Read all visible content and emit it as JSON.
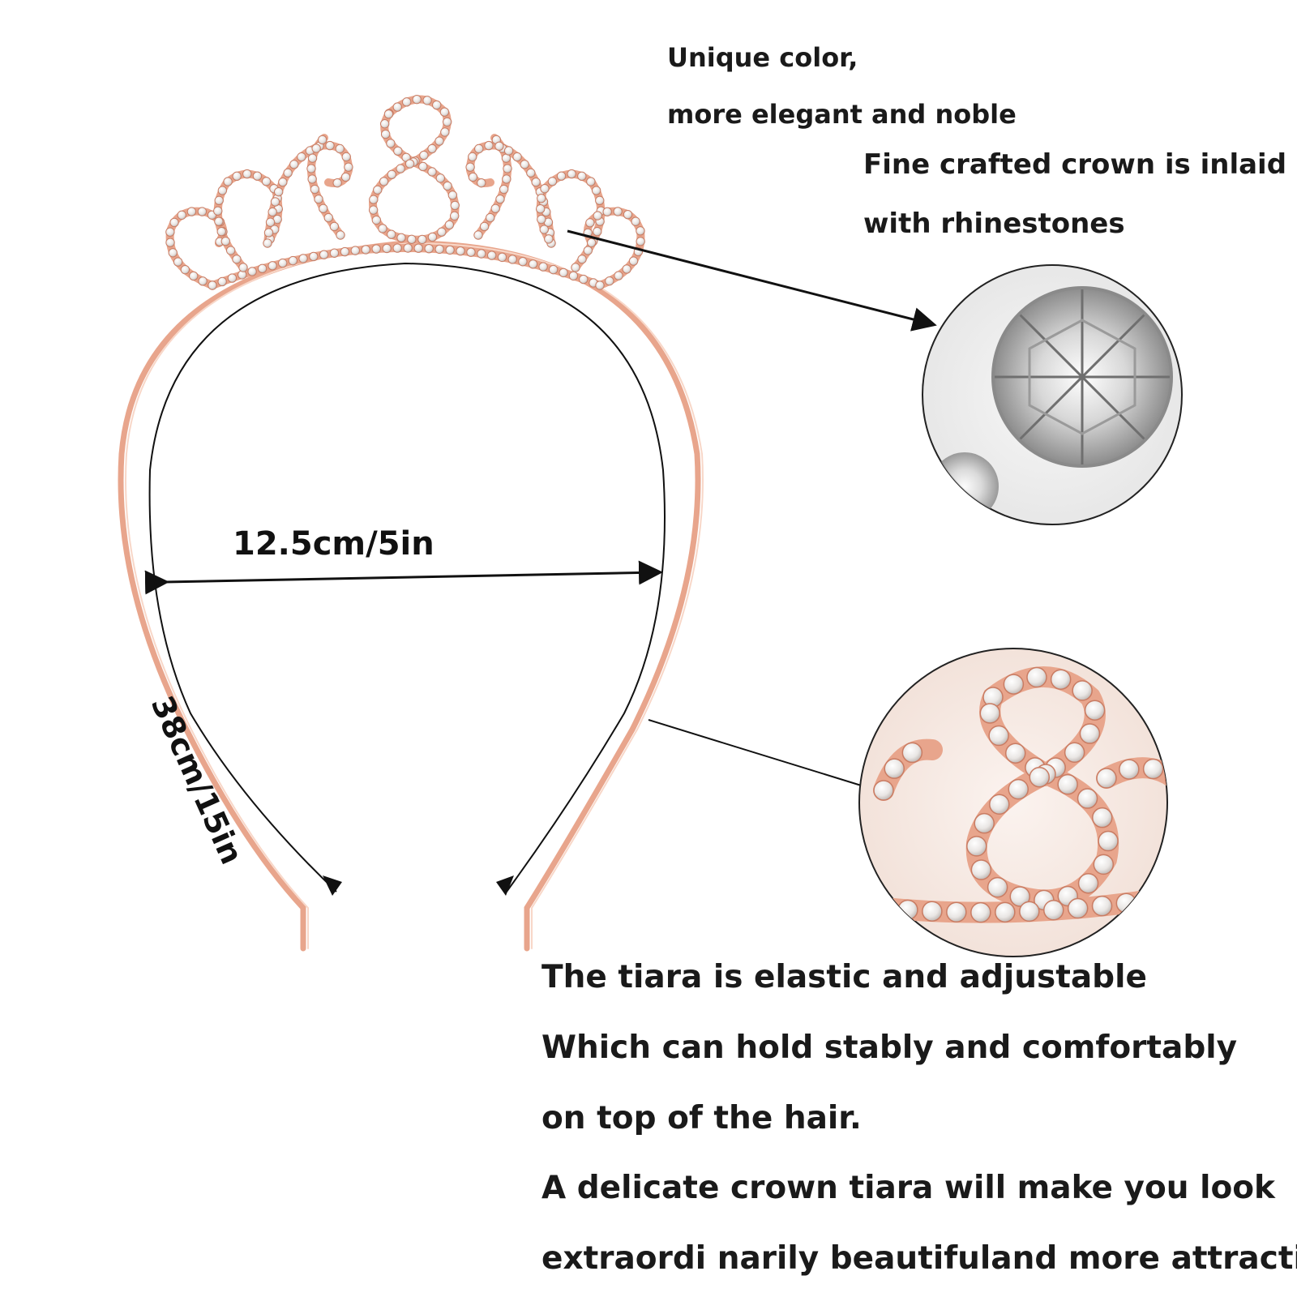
{
  "features": {
    "color_line1": "Unique color,",
    "color_line2": "more elegant and noble",
    "crown_line1": "Fine crafted crown is inlaid",
    "crown_line2": "with rhinestones"
  },
  "dimensions": {
    "width": "12.5cm/5in",
    "circumference": "38cm/15in"
  },
  "description": {
    "line1": "The tiara is elastic and adjustable",
    "line2": "Which can hold stably and comfortably",
    "line3": "on top of the hair.",
    "line4": "A delicate crown tiara will make you look",
    "line5": "extraordi narily beautifuland more attractive"
  },
  "colors": {
    "rose_gold": "#e8a58c",
    "rose_gold_dark": "#c97c63",
    "rhinestone": "#f4f1ef",
    "text": "#1a1a1a"
  }
}
